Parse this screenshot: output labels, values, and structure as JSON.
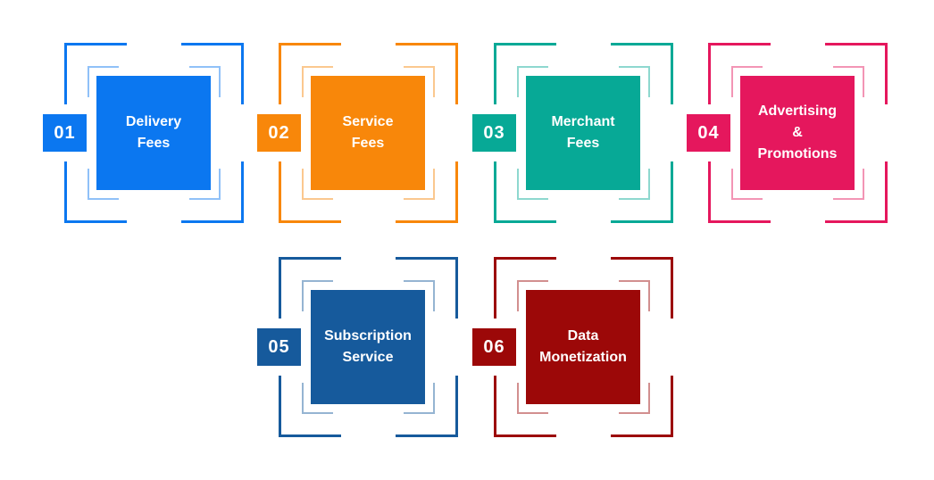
{
  "diagram": {
    "background": "#ffffff",
    "label_text_color": "#ffffff"
  },
  "units": [
    {
      "number": "01",
      "lines": [
        "Delivery",
        "Fees"
      ],
      "color": "#0b77f0"
    },
    {
      "number": "02",
      "lines": [
        "Service",
        "Fees"
      ],
      "color": "#f8870a"
    },
    {
      "number": "03",
      "lines": [
        "Merchant",
        "Fees"
      ],
      "color": "#07a996"
    },
    {
      "number": "04",
      "lines": [
        "Advertising",
        "&",
        "Promotions"
      ],
      "color": "#e5175d"
    },
    {
      "number": "05",
      "lines": [
        "Subscription",
        "Service"
      ],
      "color": "#165a9c"
    },
    {
      "number": "06",
      "lines": [
        "Data",
        "Monetization"
      ],
      "color": "#9c0808"
    }
  ]
}
